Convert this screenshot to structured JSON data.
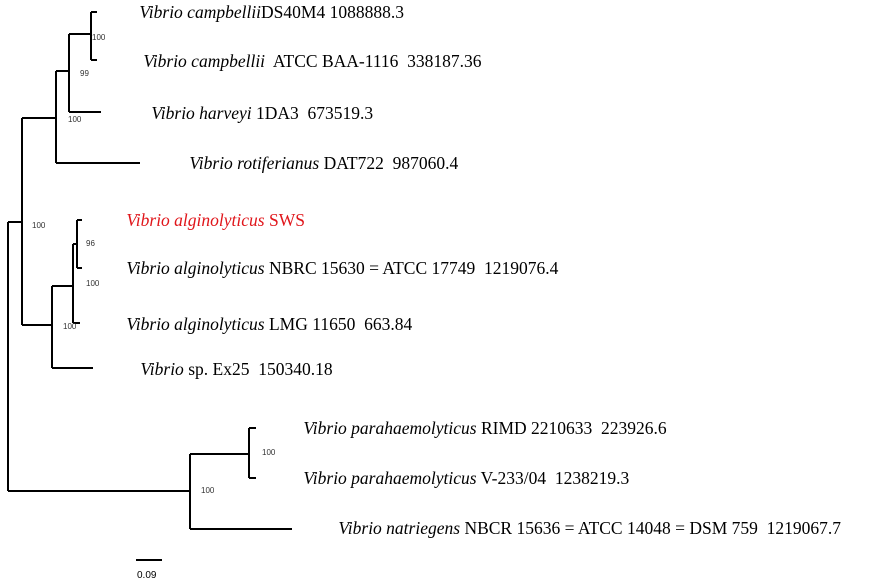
{
  "tree": {
    "leaves": [
      {
        "id": "campbellii-ds40m4",
        "species": "Vibrio campbellii",
        "strain": "DS40M4 1088888.3"
      },
      {
        "id": "campbellii-atcc",
        "species": "Vibrio campbellii",
        "strain": "  ATCC BAA-1116  338187.36"
      },
      {
        "id": "harveyi",
        "species": "Vibrio harveyi",
        "strain": " 1DA3  673519.3"
      },
      {
        "id": "rotiferianus",
        "species": "Vibrio rotiferianus",
        "strain": " DAT722  987060.4"
      },
      {
        "id": "alginolyticus-sws",
        "species": "Vibrio alginolyticus",
        "strain": " SWS",
        "highlight": true,
        "color": "#e0161b"
      },
      {
        "id": "alginolyticus-nbrc",
        "species": "Vibrio alginolyticus",
        "strain": " NBRC 15630 = ATCC 17749  1219076.4"
      },
      {
        "id": "alginolyticus-lmg",
        "species": "Vibrio alginolyticus",
        "strain": " LMG 11650  663.84"
      },
      {
        "id": "vibrio-sp",
        "species": "Vibrio",
        "strain": " sp. Ex25  150340.18"
      },
      {
        "id": "parahaemolyticus-rimd",
        "species": "Vibrio parahaemolyticus",
        "strain": " RIMD 2210633  223926.6"
      },
      {
        "id": "parahaemolyticus-v233",
        "species": "Vibrio parahaemolyticus",
        "strain": " V-233/04  1238219.3"
      },
      {
        "id": "natriegens",
        "species": "Vibrio natriegens",
        "strain": " NBCR 15636 = ATCC 14048 = DSM 759  1219067.7"
      }
    ],
    "support_values": {
      "campbellii": "100",
      "campbellii_harveyi": "99",
      "harveyi_clade": "100",
      "alginolyticus_group": "100",
      "sws_nbrc": "96",
      "sws_nbrc_lmg": "100",
      "alginolyticus_lmg": "100",
      "parahaemolyticus": "100",
      "parahaemolyticus_natriegens": "100"
    },
    "scale_bar": "0.09"
  }
}
